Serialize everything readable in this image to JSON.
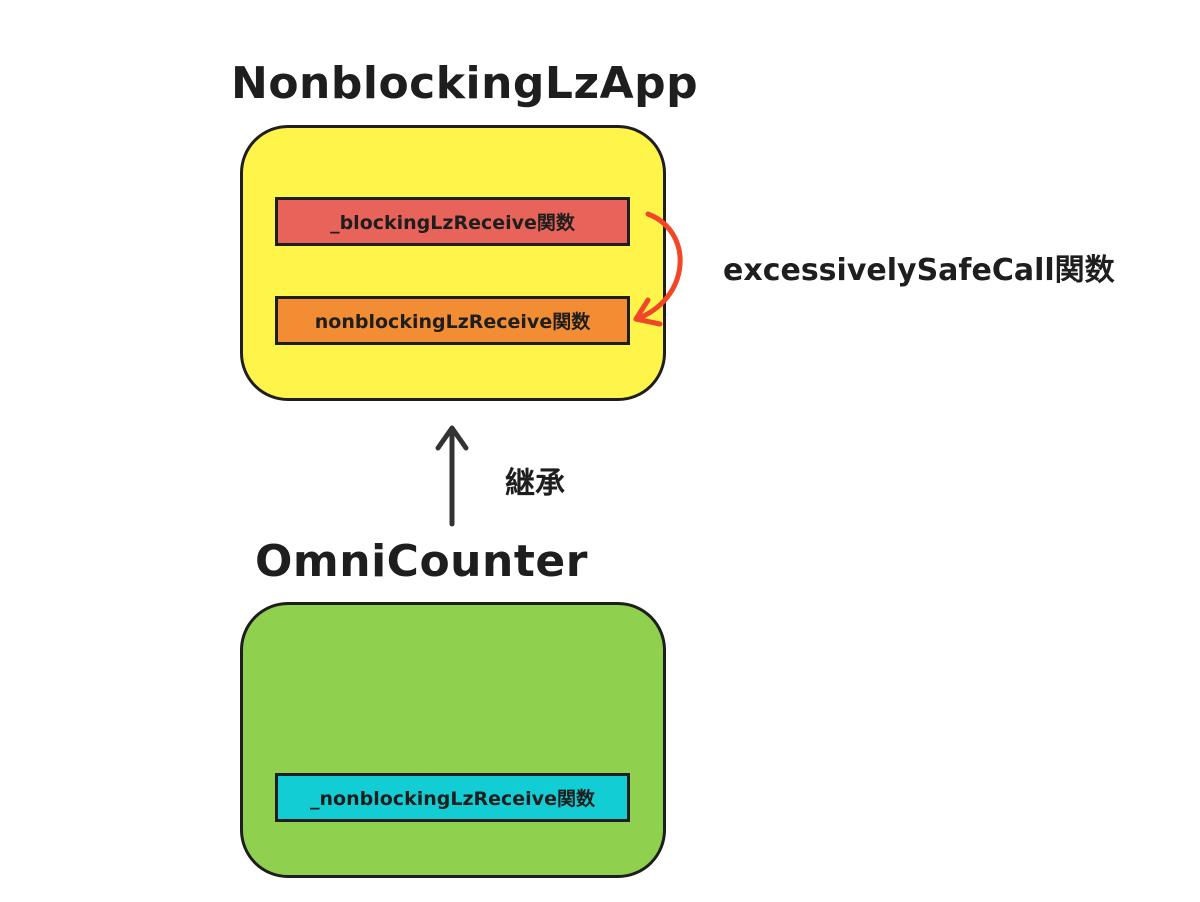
{
  "parent": {
    "title": "NonblockingLzApp",
    "fill": "#fef44a",
    "functions": {
      "blocking": {
        "label": "_blockingLzReceive関数",
        "fill": "#e8635a"
      },
      "nonblocking": {
        "label": "nonblockingLzReceive関数",
        "fill": "#f38d33"
      }
    }
  },
  "child": {
    "title": "OmniCounter",
    "fill": "#8fd14f",
    "functions": {
      "nonblocking": {
        "label": "_nonblockingLzReceive関数",
        "fill": "#12cdd4"
      }
    }
  },
  "edges": {
    "call": {
      "label": "excessivelySafeCall関数",
      "color": "#f24726"
    },
    "inherit": {
      "label": "継承",
      "color": "#333333"
    }
  }
}
